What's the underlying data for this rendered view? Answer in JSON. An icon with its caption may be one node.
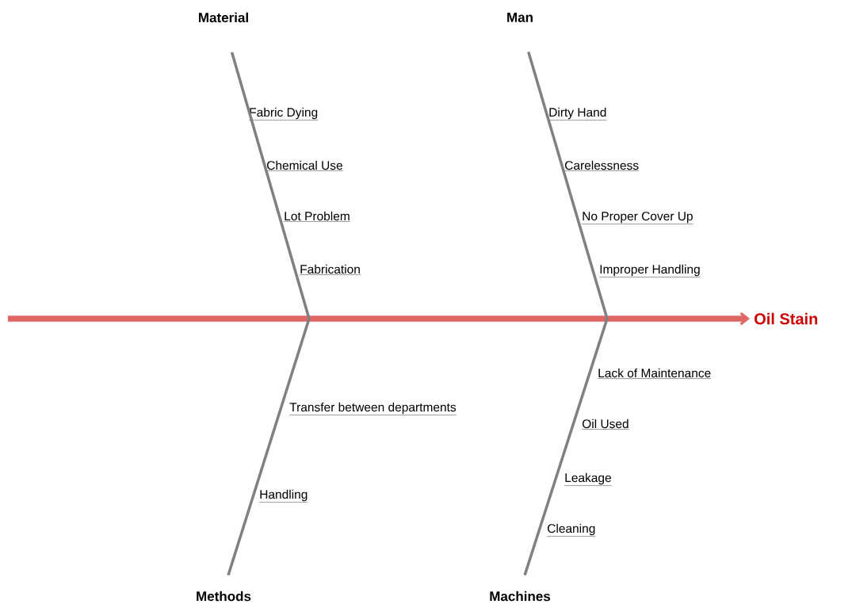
{
  "diagram": {
    "nodes": [
      {
        "text": [
          "Material"
        ]
      },
      {
        "text": [
          "Man"
        ]
      },
      {
        "text": [
          "Methods"
        ]
      },
      {
        "text": [
          "Machines"
        ]
      },
      {
        "text": [
          "Oil Stain"
        ]
      },
      {
        "text": [
          "Fabric Dying"
        ]
      },
      {
        "text": [
          "Chemical Use"
        ]
      },
      {
        "text": [
          "Lot Problem"
        ]
      },
      {
        "text": [
          "Fabrication"
        ]
      },
      {
        "text": [
          "Dirty Hand"
        ]
      },
      {
        "text": [
          "Carelessness"
        ]
      },
      {
        "text": [
          "No Proper Cover Up"
        ]
      },
      {
        "text": [
          "Improper Handling"
        ]
      },
      {
        "text": [
          "Transfer between departments"
        ]
      },
      {
        "text": [
          "Handling"
        ]
      },
      {
        "text": [
          "Lack of Maintenance"
        ]
      },
      {
        "text": [
          "Oil Used"
        ]
      },
      {
        "text": [
          "Leakage"
        ]
      },
      {
        "text": [
          "Cleaning"
        ]
      }
    ],
    "edges": [
      {
        "from": null,
        "to": 4,
        "arrow": "to",
        "style": "thick",
        "color": "#e06666"
      },
      {
        "from": 0,
        "to": null,
        "arrow": "none"
      },
      {
        "from": 1,
        "to": null,
        "arrow": "none"
      },
      {
        "from": 2,
        "to": null,
        "arrow": "none"
      },
      {
        "from": 3,
        "to": null,
        "arrow": "none"
      }
    ]
  }
}
